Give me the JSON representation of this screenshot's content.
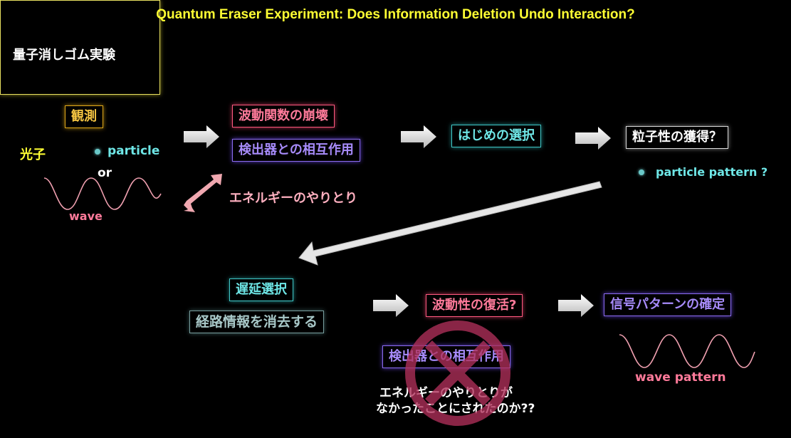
{
  "title": "Quantum Eraser Experiment: Does Information Deletion Undo Interaction?",
  "subtitle": "量子消しゴム実験",
  "observation": "観測",
  "photon": {
    "label": "光子",
    "particle": "particle",
    "or": "or",
    "wave": "wave"
  },
  "collapse": "波動関数の崩壊",
  "detector_interaction": "検出器との相互作用",
  "energy_exchange": "エネルギーのやりとり",
  "first_choice": "はじめの選択",
  "particle_gain": "粒子性の獲得？",
  "particle_pattern": "particle pattern ?",
  "delayed_choice": "遅延選択",
  "erase_path": "経路情報を消去する",
  "wave_revival": "波動性の復活?",
  "signal_pattern": "信号パターンの確定",
  "crossed_detector": "検出器との相互作用",
  "question_line1": "エネルギーのやりとりが",
  "question_line2": "なかったことにされたのか??",
  "wave_pattern": "wave pattern",
  "colors": {
    "title": "#ffff33",
    "gold": "#f5c542",
    "pink": "#ff7a9a",
    "purple": "#a78bfa",
    "cyan": "#6ee6e6",
    "cross": "#b0305a"
  }
}
